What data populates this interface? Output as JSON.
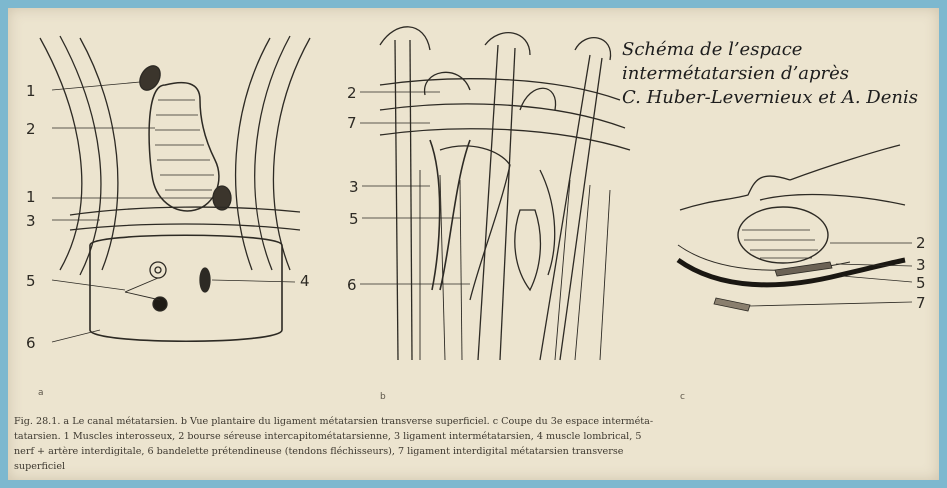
{
  "overlay_title": {
    "line1": "Schéma de l’espace",
    "line2": "intermétatarsien d’après",
    "line3": "C. Huber-Levernieux et A. Denis"
  },
  "panel_a": {
    "sublabel": "a",
    "labels": [
      "1",
      "2",
      "1",
      "3",
      "5",
      "4",
      "6"
    ]
  },
  "panel_b": {
    "sublabel": "b",
    "labels": [
      "2",
      "7",
      "3",
      "5",
      "6"
    ]
  },
  "panel_c": {
    "sublabel": "c",
    "labels": [
      "2",
      "3",
      "5",
      "7"
    ]
  },
  "caption": {
    "line1": "Fig. 28.1.  a Le canal métatarsien. b Vue plantaire du ligament métatarsien transverse superficiel. c Coupe du 3e espace interméta-",
    "line2": "tatarsien. 1 Muscles interosseux, 2 bourse séreuse intercapitométatarsienne, 3 ligament intermétatarsien, 4 muscle lombrical, 5",
    "line3": "nerf + artère interdigitale, 6 bandelette prétendineuse (tendons fléchisseurs), 7 ligament interdigital métatarsien transverse",
    "line4": "superficiel"
  },
  "colors": {
    "background": "#7db8cf",
    "paper": "#ece4cf",
    "ink": "#2d2a24"
  }
}
